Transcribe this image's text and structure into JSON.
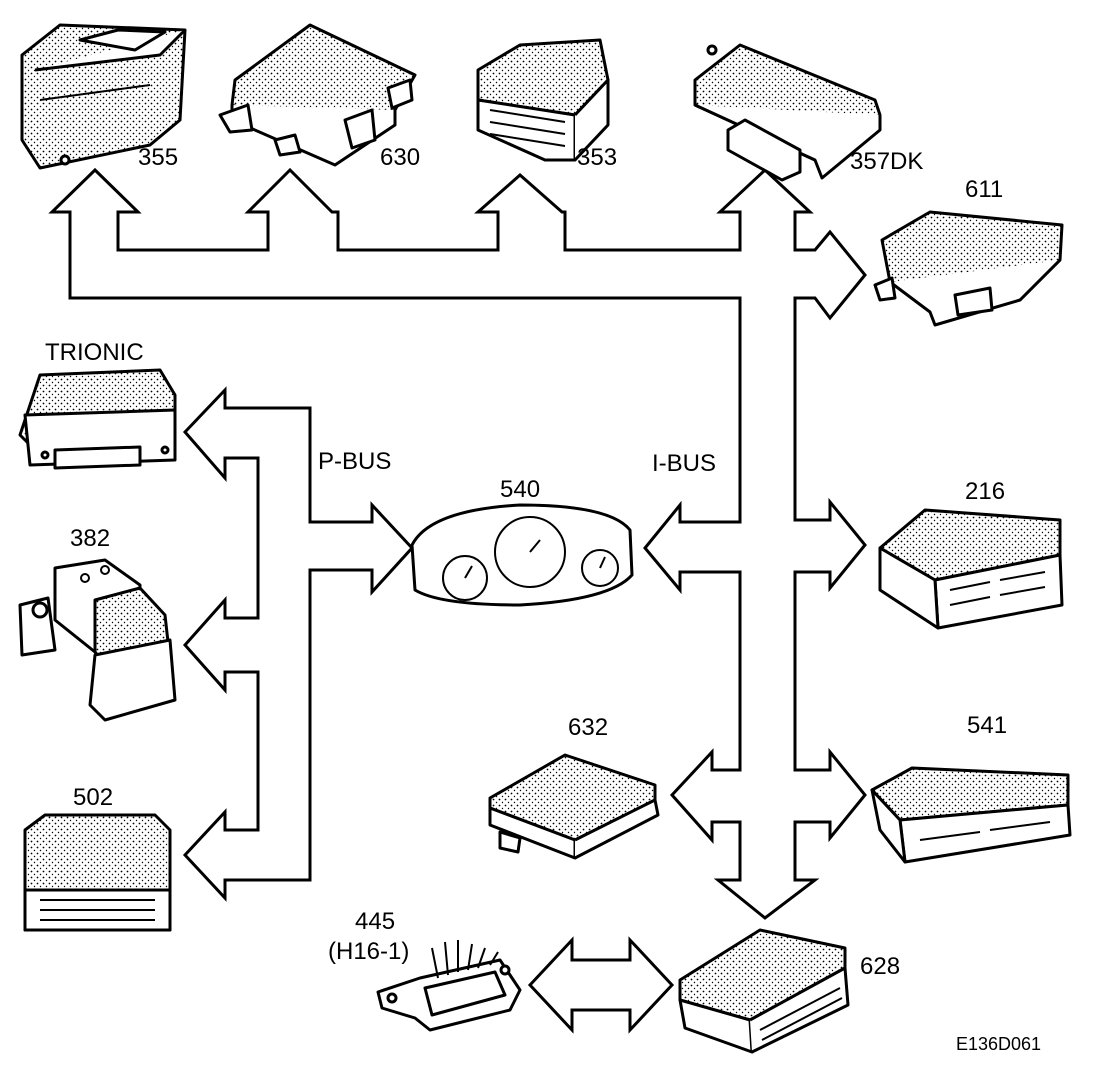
{
  "labels": {
    "u355": "355",
    "u630": "630",
    "u353": "353",
    "u357dk": "357DK",
    "u611": "611",
    "trionic": "TRIONIC",
    "pbus": "P-BUS",
    "ibus": "I-BUS",
    "u540": "540",
    "u216": "216",
    "u382": "382",
    "u632": "632",
    "u541": "541",
    "u502": "502",
    "u445": "445",
    "h16": "(H16-1)",
    "u628": "628",
    "code": "E136D061"
  }
}
